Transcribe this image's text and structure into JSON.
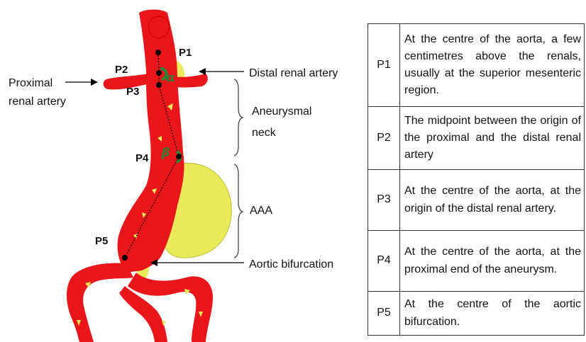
{
  "labels": {
    "proximal_renal_artery": "Proximal\nrenal artery",
    "distal_renal_artery": "Distal renal artery",
    "aneurysmal_neck": "Aneurysmal\nneck",
    "aaa": "AAA",
    "aortic_bifurcation": "Aortic bifurcation",
    "alpha": "α",
    "beta": "β"
  },
  "points": [
    {
      "code": "P1",
      "description": "At the centre of the aorta, a few centimetres above the renals, usually at the superior mesenteric region."
    },
    {
      "code": "P2",
      "description": "The midpoint between the origin of the proximal and the distal renal artery"
    },
    {
      "code": "P3",
      "description": "At the centre of the aorta, at the origin of the distal renal artery."
    },
    {
      "code": "P4",
      "description": "At the centre of the aorta, at the proximal end of the aneurysm."
    },
    {
      "code": "P5",
      "description": "At the centre of the aortic bifurcation."
    }
  ],
  "colors": {
    "aorta": "#e8151b",
    "thrombus": "#eaea5a",
    "angle_arc": "#1f8a3a",
    "angle_label": "#1f8a3a",
    "line": "#000000"
  }
}
